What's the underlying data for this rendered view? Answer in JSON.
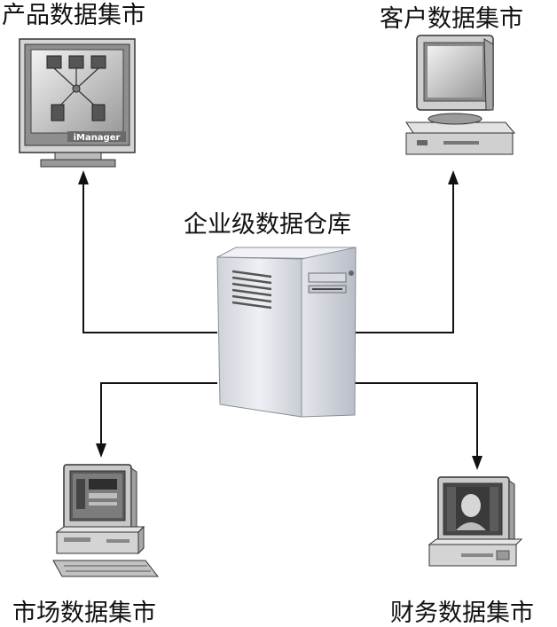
{
  "diagram": {
    "center": {
      "label": "企业级数据仓库",
      "icon": "server-tower-icon"
    },
    "nodes": [
      {
        "id": "product",
        "label": "产品数据集市",
        "icon": "monitor-icon",
        "screen_text": "iManager"
      },
      {
        "id": "customer",
        "label": "客户数据集市",
        "icon": "desktop-computer-icon"
      },
      {
        "id": "market",
        "label": "市场数据集市",
        "icon": "desktop-computer-icon"
      },
      {
        "id": "finance",
        "label": "财务数据集市",
        "icon": "desktop-computer-icon"
      }
    ],
    "edges": [
      {
        "from": "center",
        "to": "product"
      },
      {
        "from": "center",
        "to": "customer"
      },
      {
        "from": "center",
        "to": "market"
      },
      {
        "from": "center",
        "to": "finance"
      }
    ]
  }
}
